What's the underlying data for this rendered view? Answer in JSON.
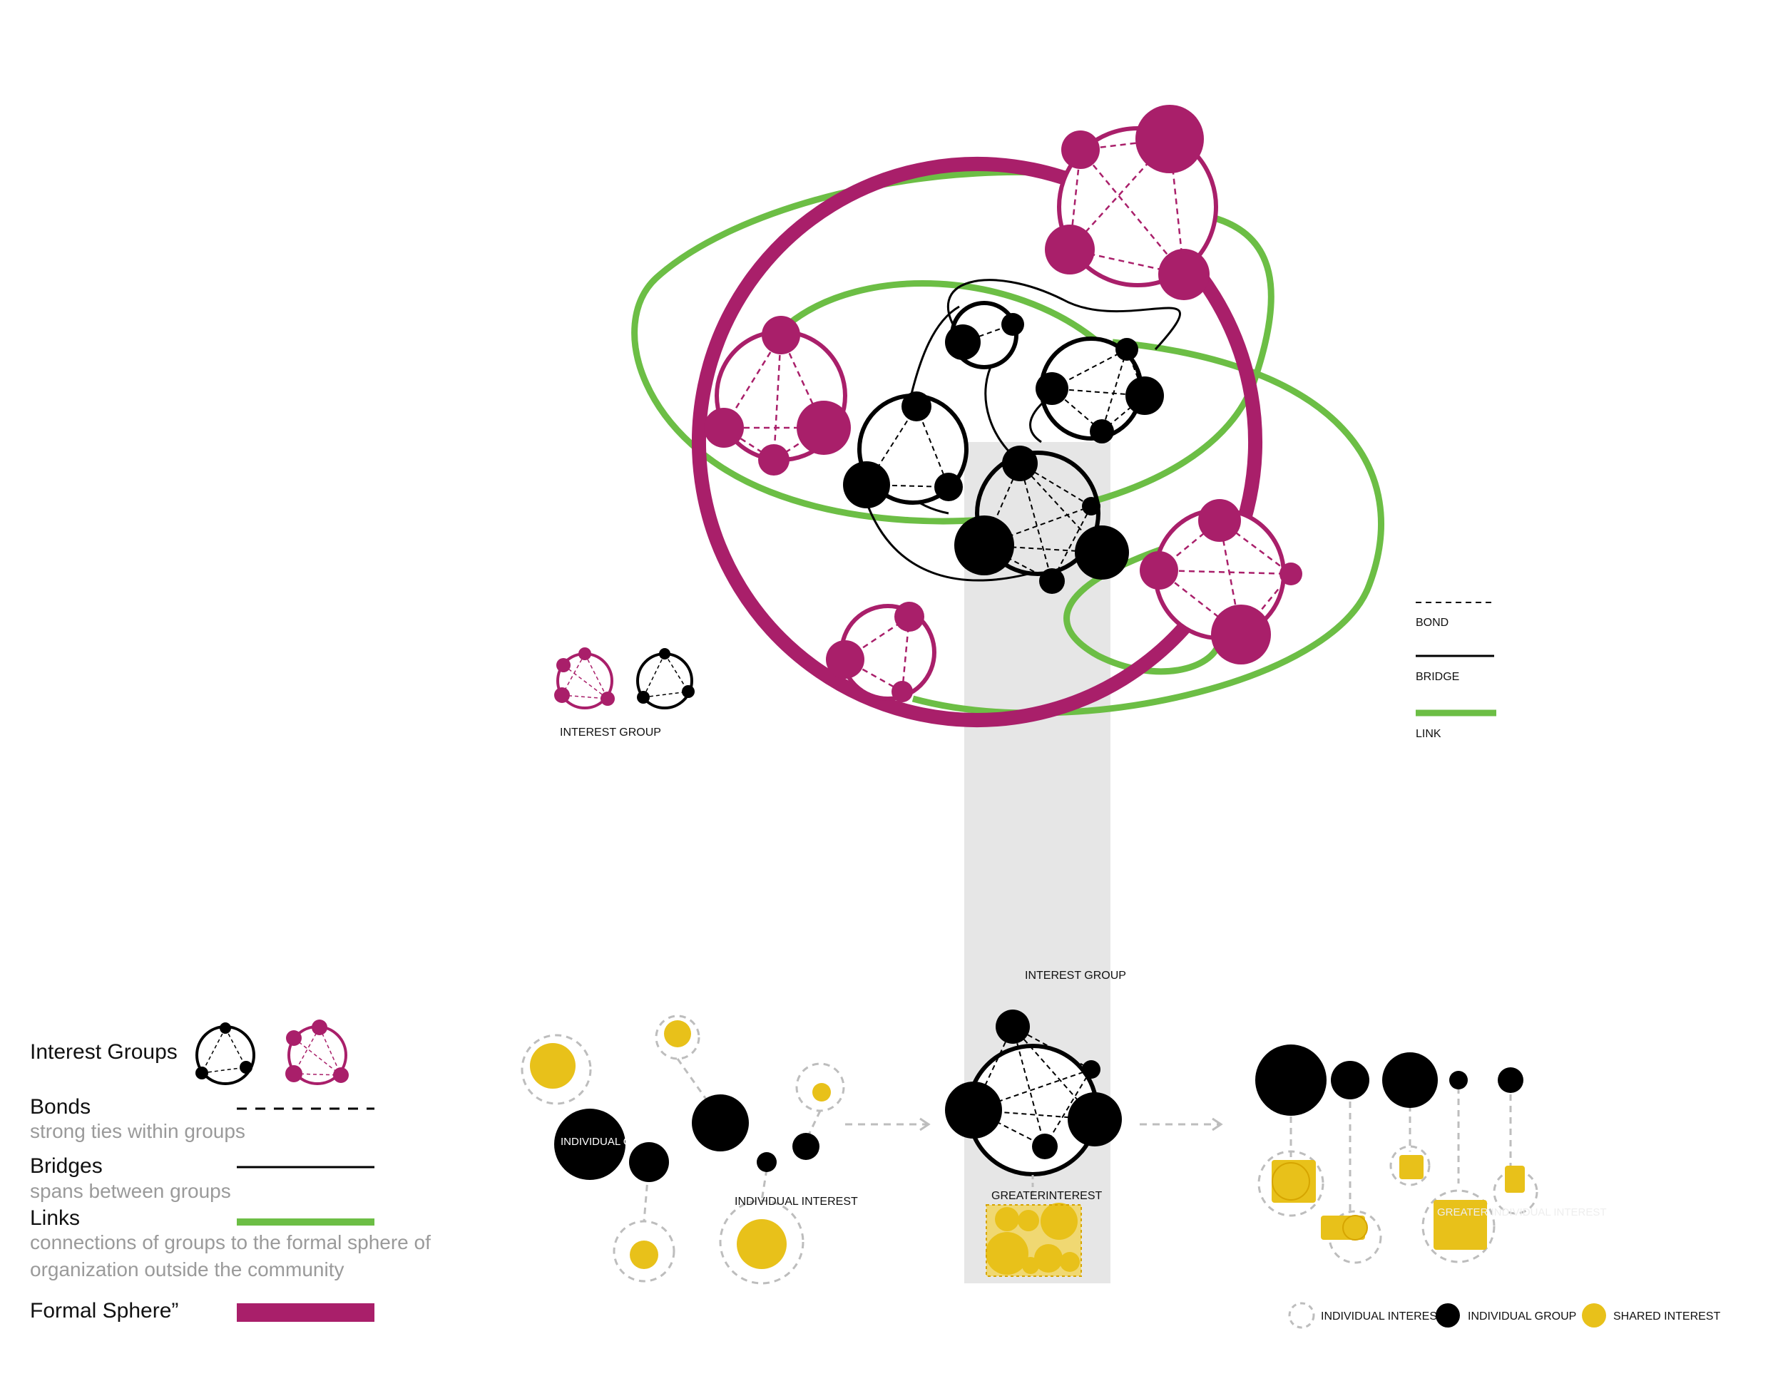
{
  "colors": {
    "formal": "#a91f6a",
    "link": "#6cbe45",
    "black": "#000000",
    "shared": "#e8c11a",
    "dashed_ring": "#bdbdbd",
    "column": "#e6e6e6"
  },
  "diagram_labels": {
    "interest_group_top": "INTEREST GROUP",
    "interest_group_bottom": "INTEREST GROUP",
    "individual_interest": "INDIVIDUAL INTEREST",
    "individual_group": "INDIVIDUAL GROUP",
    "greater_interest": "GREATERINTEREST",
    "greater_individual_interest": "GREATER INDIVIDUAL INTEREST"
  },
  "key_right": {
    "bond": "BOND",
    "bridge": "BRIDGE",
    "link": "LINK"
  },
  "legend_left": {
    "interest_groups": "Interest Groups",
    "bonds": "Bonds",
    "bonds_desc": "strong ties within groups",
    "bridges": "Bridges",
    "bridges_desc": "spans between groups",
    "links": "Links",
    "links_desc_1": "connections of groups to the formal sphere of",
    "links_desc_2": "organization outside the community",
    "formal_sphere": "Formal Sphere”"
  },
  "legend_bottom": {
    "individual_interest": "INDIVIDUAL INTEREST",
    "individual_group": "INDIVIDUAL GROUP",
    "shared_interest": "SHARED INTEREST"
  }
}
